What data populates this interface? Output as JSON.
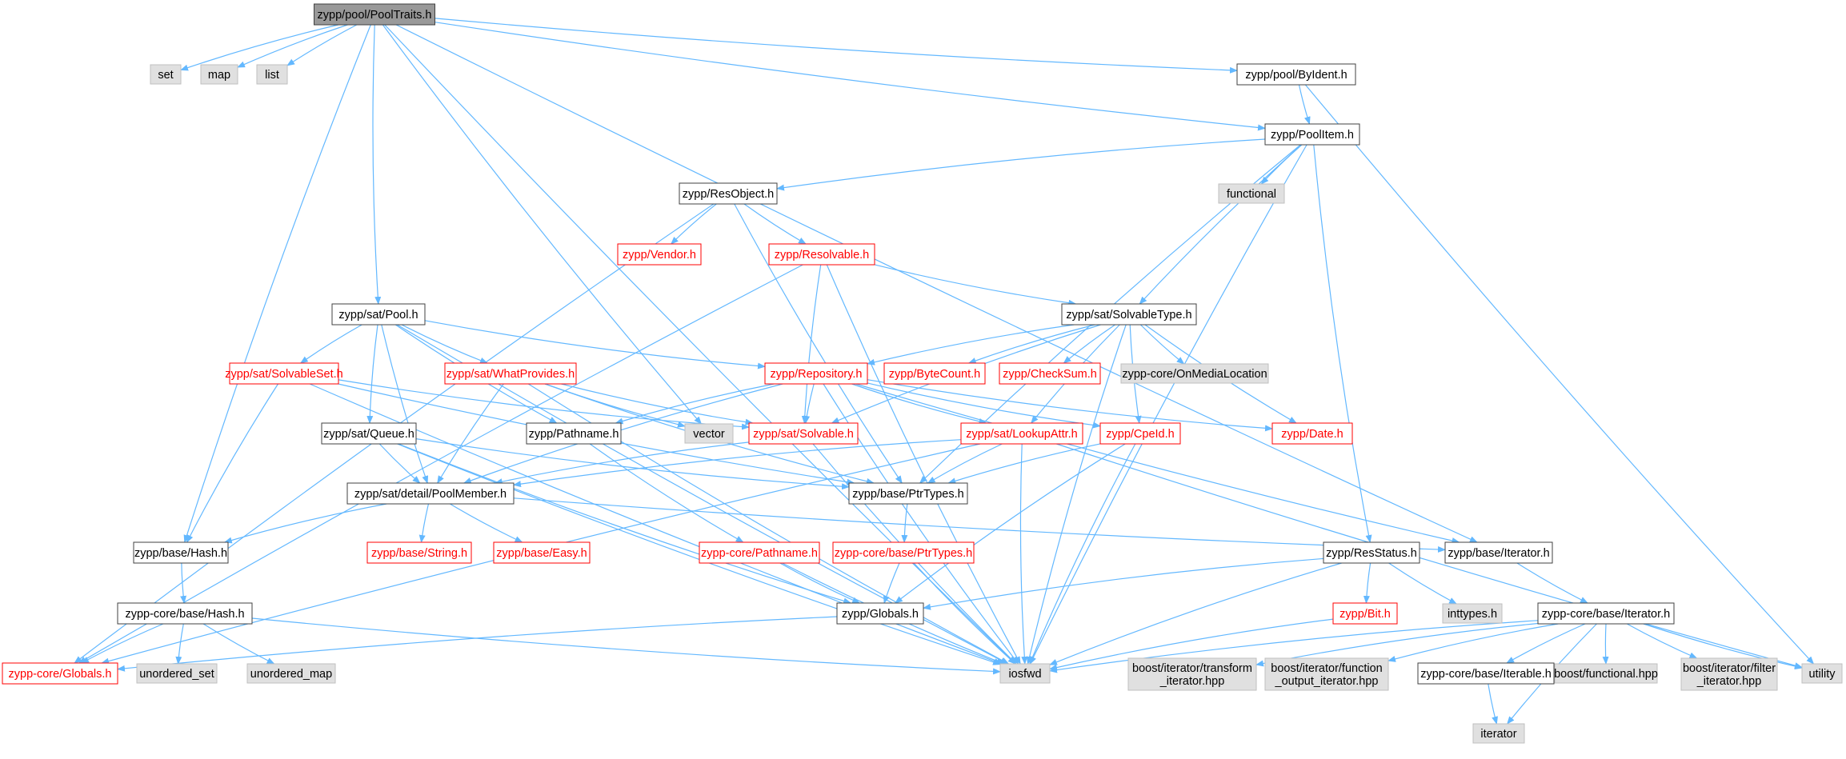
{
  "colors": {
    "edge": "#63b8ff",
    "root_fill": "#999999",
    "normal_border": "#404040",
    "missing_border": "#ff0000",
    "missing_text": "#ff0000",
    "system_fill": "#e0e0e0",
    "system_border": "#bfbfbf",
    "text": "#000000"
  },
  "nodes": [
    {
      "id": "pooltraits",
      "label": "zypp/pool/PoolTraits.h",
      "kind": "root"
    },
    {
      "id": "set",
      "label": "set",
      "kind": "system"
    },
    {
      "id": "map",
      "label": "map",
      "kind": "system"
    },
    {
      "id": "list",
      "label": "list",
      "kind": "system"
    },
    {
      "id": "byident",
      "label": "zypp/pool/ByIdent.h",
      "kind": "normal"
    },
    {
      "id": "poolitem",
      "label": "zypp/PoolItem.h",
      "kind": "normal"
    },
    {
      "id": "functional",
      "label": "functional",
      "kind": "system"
    },
    {
      "id": "resobject",
      "label": "zypp/ResObject.h",
      "kind": "normal"
    },
    {
      "id": "vendor",
      "label": "zypp/Vendor.h",
      "kind": "missing"
    },
    {
      "id": "resolvable",
      "label": "zypp/Resolvable.h",
      "kind": "missing"
    },
    {
      "id": "satpool",
      "label": "zypp/sat/Pool.h",
      "kind": "normal"
    },
    {
      "id": "solvabletype",
      "label": "zypp/sat/SolvableType.h",
      "kind": "normal"
    },
    {
      "id": "solvableset",
      "label": "zypp/sat/SolvableSet.h",
      "kind": "missing"
    },
    {
      "id": "whatprovides",
      "label": "zypp/sat/WhatProvides.h",
      "kind": "missing"
    },
    {
      "id": "repository",
      "label": "zypp/Repository.h",
      "kind": "missing"
    },
    {
      "id": "bytecount",
      "label": "zypp/ByteCount.h",
      "kind": "missing"
    },
    {
      "id": "checksum",
      "label": "zypp/CheckSum.h",
      "kind": "missing"
    },
    {
      "id": "onmedialocation",
      "label": "zypp-core/OnMediaLocation",
      "kind": "system"
    },
    {
      "id": "queue",
      "label": "zypp/sat/Queue.h",
      "kind": "normal"
    },
    {
      "id": "pathname",
      "label": "zypp/Pathname.h",
      "kind": "normal"
    },
    {
      "id": "vector",
      "label": "vector",
      "kind": "system"
    },
    {
      "id": "solvable",
      "label": "zypp/sat/Solvable.h",
      "kind": "missing"
    },
    {
      "id": "lookupattr",
      "label": "zypp/sat/LookupAttr.h",
      "kind": "missing"
    },
    {
      "id": "cpeid",
      "label": "zypp/CpeId.h",
      "kind": "missing"
    },
    {
      "id": "date",
      "label": "zypp/Date.h",
      "kind": "missing"
    },
    {
      "id": "poolmember",
      "label": "zypp/sat/detail/PoolMember.h",
      "kind": "normal"
    },
    {
      "id": "ptrtypes",
      "label": "zypp/base/PtrTypes.h",
      "kind": "normal"
    },
    {
      "id": "hash",
      "label": "zypp/base/Hash.h",
      "kind": "normal"
    },
    {
      "id": "string",
      "label": "zypp/base/String.h",
      "kind": "missing"
    },
    {
      "id": "easy",
      "label": "zypp/base/Easy.h",
      "kind": "missing"
    },
    {
      "id": "corepathname",
      "label": "zypp-core/Pathname.h",
      "kind": "missing"
    },
    {
      "id": "coreptrtypes",
      "label": "zypp-core/base/PtrTypes.h",
      "kind": "missing"
    },
    {
      "id": "resstatus",
      "label": "zypp/ResStatus.h",
      "kind": "normal"
    },
    {
      "id": "iteratorh",
      "label": "zypp/base/Iterator.h",
      "kind": "normal"
    },
    {
      "id": "corehash",
      "label": "zypp-core/base/Hash.h",
      "kind": "normal"
    },
    {
      "id": "globals",
      "label": "zypp/Globals.h",
      "kind": "normal"
    },
    {
      "id": "bit",
      "label": "zypp/Bit.h",
      "kind": "missing"
    },
    {
      "id": "inttypes",
      "label": "inttypes.h",
      "kind": "system"
    },
    {
      "id": "coreiterator",
      "label": "zypp-core/base/Iterator.h",
      "kind": "normal"
    },
    {
      "id": "coreglobals",
      "label": "zypp-core/Globals.h",
      "kind": "missing"
    },
    {
      "id": "unordered_set",
      "label": "unordered_set",
      "kind": "system"
    },
    {
      "id": "unordered_map",
      "label": "unordered_map",
      "kind": "system"
    },
    {
      "id": "iosfwd",
      "label": "iosfwd",
      "kind": "system"
    },
    {
      "id": "transform",
      "label": [
        "boost/iterator/transform",
        "_iterator.hpp"
      ],
      "kind": "system"
    },
    {
      "id": "funcoutput",
      "label": [
        "boost/iterator/function",
        "_output_iterator.hpp"
      ],
      "kind": "system"
    },
    {
      "id": "iterable",
      "label": "zypp-core/base/Iterable.h",
      "kind": "normal"
    },
    {
      "id": "boostfunctional",
      "label": "boost/functional.hpp",
      "kind": "system"
    },
    {
      "id": "filteriter",
      "label": [
        "boost/iterator/filter",
        "_iterator.hpp"
      ],
      "kind": "system"
    },
    {
      "id": "utility",
      "label": "utility",
      "kind": "system"
    },
    {
      "id": "iterator",
      "label": "iterator",
      "kind": "system"
    }
  ],
  "edges": [
    [
      "pooltraits",
      "set"
    ],
    [
      "pooltraits",
      "map"
    ],
    [
      "pooltraits",
      "list"
    ],
    [
      "pooltraits",
      "byident"
    ],
    [
      "pooltraits",
      "poolitem"
    ],
    [
      "pooltraits",
      "satpool"
    ],
    [
      "pooltraits",
      "vector"
    ],
    [
      "pooltraits",
      "hash"
    ],
    [
      "pooltraits",
      "iteratorh"
    ],
    [
      "pooltraits",
      "iosfwd"
    ],
    [
      "byident",
      "poolitem"
    ],
    [
      "byident",
      "utility"
    ],
    [
      "poolitem",
      "functional"
    ],
    [
      "poolitem",
      "resobject"
    ],
    [
      "poolitem",
      "solvabletype"
    ],
    [
      "poolitem",
      "ptrtypes"
    ],
    [
      "poolitem",
      "resstatus"
    ],
    [
      "poolitem",
      "iosfwd"
    ],
    [
      "resobject",
      "vendor"
    ],
    [
      "resobject",
      "resolvable"
    ],
    [
      "resobject",
      "coreglobals"
    ],
    [
      "resobject",
      "ptrtypes"
    ],
    [
      "resolvable",
      "solvabletype"
    ],
    [
      "resolvable",
      "solvable"
    ],
    [
      "resolvable",
      "coreglobals"
    ],
    [
      "resolvable",
      "iosfwd"
    ],
    [
      "satpool",
      "solvableset"
    ],
    [
      "satpool",
      "whatprovides"
    ],
    [
      "satpool",
      "repository"
    ],
    [
      "satpool",
      "queue"
    ],
    [
      "satpool",
      "pathname"
    ],
    [
      "satpool",
      "poolmember"
    ],
    [
      "satpool",
      "iosfwd"
    ],
    [
      "solvabletype",
      "repository"
    ],
    [
      "solvabletype",
      "bytecount"
    ],
    [
      "solvabletype",
      "checksum"
    ],
    [
      "solvabletype",
      "onmedialocation"
    ],
    [
      "solvabletype",
      "cpeid"
    ],
    [
      "solvabletype",
      "date"
    ],
    [
      "solvabletype",
      "solvable"
    ],
    [
      "solvabletype",
      "lookupattr"
    ],
    [
      "solvabletype",
      "iosfwd"
    ],
    [
      "solvableset",
      "solvable"
    ],
    [
      "solvableset",
      "hash"
    ],
    [
      "solvableset",
      "ptrtypes"
    ],
    [
      "solvableset",
      "iosfwd"
    ],
    [
      "whatprovides",
      "solvable"
    ],
    [
      "whatprovides",
      "vector"
    ],
    [
      "whatprovides",
      "poolmember"
    ],
    [
      "whatprovides",
      "ptrtypes"
    ],
    [
      "whatprovides",
      "iosfwd"
    ],
    [
      "repository",
      "pathname"
    ],
    [
      "repository",
      "solvable"
    ],
    [
      "repository",
      "lookupattr"
    ],
    [
      "repository",
      "cpeid"
    ],
    [
      "repository",
      "date"
    ],
    [
      "repository",
      "iteratorh"
    ],
    [
      "repository",
      "poolmember"
    ],
    [
      "repository",
      "iosfwd"
    ],
    [
      "queue",
      "poolmember"
    ],
    [
      "queue",
      "ptrtypes"
    ],
    [
      "queue",
      "iosfwd"
    ],
    [
      "queue",
      "globals"
    ],
    [
      "pathname",
      "corepathname"
    ],
    [
      "solvable",
      "poolmember"
    ],
    [
      "solvable",
      "iosfwd"
    ],
    [
      "lookupattr",
      "poolmember"
    ],
    [
      "lookupattr",
      "ptrtypes"
    ],
    [
      "lookupattr",
      "iosfwd"
    ],
    [
      "lookupattr",
      "utility"
    ],
    [
      "lookupattr",
      "coreglobals"
    ],
    [
      "cpeid",
      "ptrtypes"
    ],
    [
      "cpeid",
      "iosfwd"
    ],
    [
      "cpeid",
      "globals"
    ],
    [
      "poolmember",
      "hash"
    ],
    [
      "poolmember",
      "string"
    ],
    [
      "poolmember",
      "easy"
    ],
    [
      "poolmember",
      "iteratorh"
    ],
    [
      "ptrtypes",
      "coreptrtypes"
    ],
    [
      "hash",
      "corehash"
    ],
    [
      "corepathname",
      "globals"
    ],
    [
      "corepathname",
      "iosfwd"
    ],
    [
      "coreptrtypes",
      "globals"
    ],
    [
      "coreptrtypes",
      "iosfwd"
    ],
    [
      "resstatus",
      "globals"
    ],
    [
      "resstatus",
      "bit"
    ],
    [
      "resstatus",
      "inttypes"
    ],
    [
      "resstatus",
      "iosfwd"
    ],
    [
      "iteratorh",
      "coreiterator"
    ],
    [
      "corehash",
      "coreglobals"
    ],
    [
      "corehash",
      "unordered_set"
    ],
    [
      "corehash",
      "unordered_map"
    ],
    [
      "corehash",
      "iosfwd"
    ],
    [
      "globals",
      "coreglobals"
    ],
    [
      "bit",
      "iosfwd"
    ],
    [
      "coreiterator",
      "iosfwd"
    ],
    [
      "coreiterator",
      "transform"
    ],
    [
      "coreiterator",
      "funcoutput"
    ],
    [
      "coreiterator",
      "iterable"
    ],
    [
      "coreiterator",
      "boostfunctional"
    ],
    [
      "coreiterator",
      "filteriter"
    ],
    [
      "coreiterator",
      "utility"
    ],
    [
      "coreiterator",
      "iterator"
    ],
    [
      "iterable",
      "iterator"
    ]
  ]
}
